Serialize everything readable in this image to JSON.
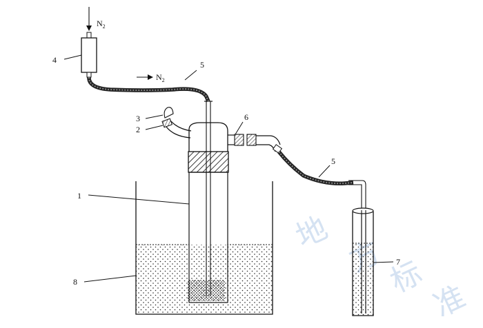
{
  "labels": {
    "n1": "1",
    "n2": "2",
    "n3": "3",
    "n4": "4",
    "n5a": "5",
    "n5b": "5",
    "n6": "6",
    "n7": "7",
    "n8": "8"
  },
  "gas": {
    "inlet_symbol": "N",
    "inlet_sub": "2",
    "flow_symbol": "N",
    "flow_sub": "2"
  },
  "watermark": {
    "chars": [
      "地",
      "方",
      "标",
      "准"
    ]
  }
}
